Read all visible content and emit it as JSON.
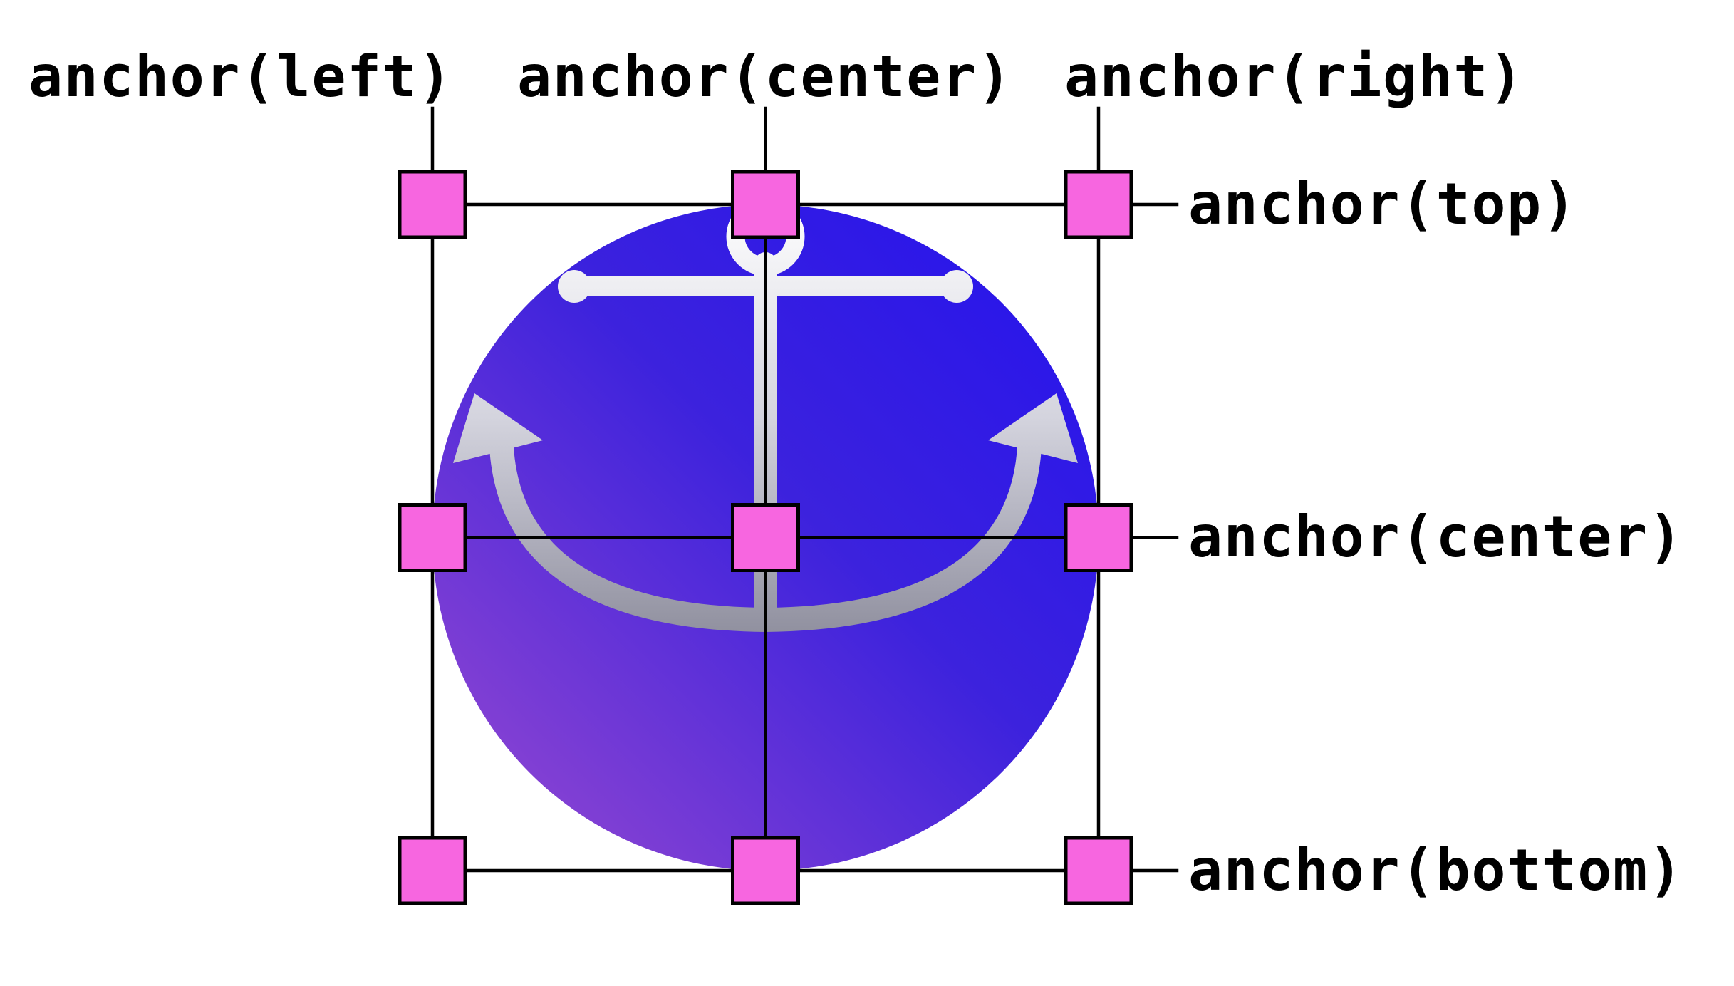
{
  "figure": {
    "top_labels": [
      {
        "label": "anchor(left)"
      },
      {
        "label": "anchor(center)"
      },
      {
        "label": "anchor(right)"
      }
    ],
    "side_labels": [
      {
        "label": "anchor(top)"
      },
      {
        "label": "anchor(center)"
      },
      {
        "label": "anchor(bottom)"
      }
    ],
    "handles": {
      "fill": "#f766e0",
      "border": "#000000",
      "count": 9,
      "positions": [
        "top-left",
        "top-center",
        "top-right",
        "middle-left",
        "middle-center",
        "middle-right",
        "bottom-left",
        "bottom-center",
        "bottom-right"
      ]
    },
    "colors": {
      "background": "#ffffff",
      "line": "#000000",
      "text": "#000000",
      "circle_gradient_from": "#9a4ad0",
      "circle_gradient_mid": "#3c22dd",
      "circle_gradient_to": "#2412ee",
      "metal_light": "#ffffff",
      "metal_mid": "#d4d4de",
      "metal_dark": "#90909f"
    },
    "icons": {
      "anchor": "anchor-icon"
    }
  }
}
